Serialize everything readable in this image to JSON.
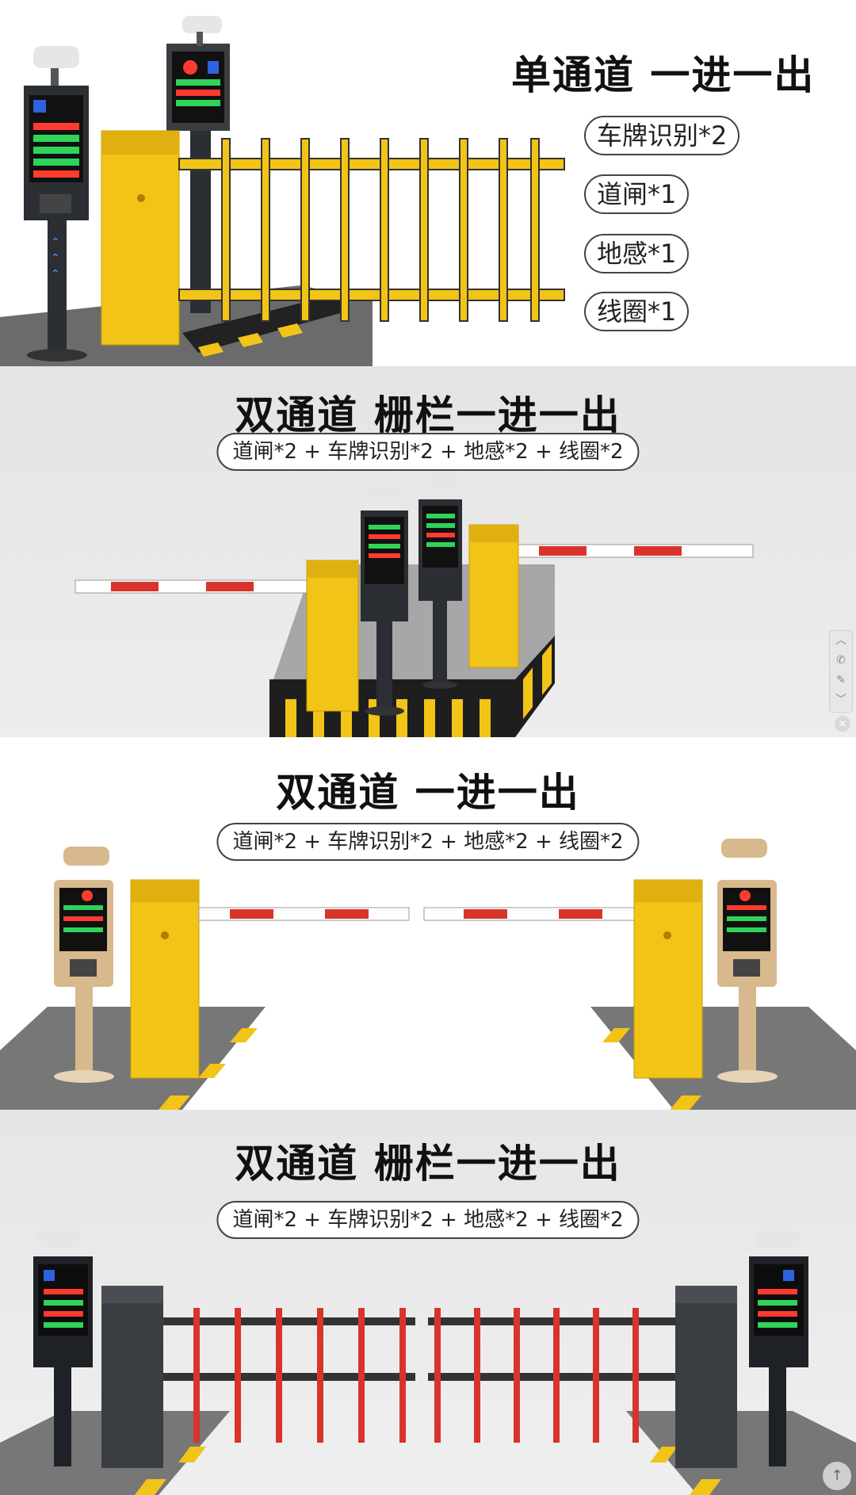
{
  "panels": [
    {
      "title": "单通道 一进一出",
      "tags": [
        "车牌识别*2",
        "道闸*1",
        "地感*1",
        "线圈*1"
      ]
    },
    {
      "title": "双通道 栅栏一进一出",
      "formula": "道闸*2 + 车牌识别*2 + 地感*2 + 线圈*2"
    },
    {
      "title": "双通道 一进一出",
      "formula": "道闸*2 + 车牌识别*2 + 地感*2 + 线圈*2"
    },
    {
      "title": "双通道 栅栏一进一出",
      "formula": "道闸*2 + 车牌识别*2 + 地感*2 + 线圈*2"
    }
  ],
  "icons": {
    "up": "chevron-up-icon",
    "phone": "phone-icon",
    "edit": "edit-icon",
    "down": "chevron-down-icon",
    "close": "close-icon",
    "back_to_top": "back-to-top-icon"
  },
  "colors": {
    "barrier_yellow": "#f2c417",
    "boom_red": "#d9342b",
    "kiosk_dark": "#2b2f34",
    "led_green": "#2fd35a",
    "led_red": "#ff3b2f",
    "plate_blue": "#2f62e0"
  }
}
